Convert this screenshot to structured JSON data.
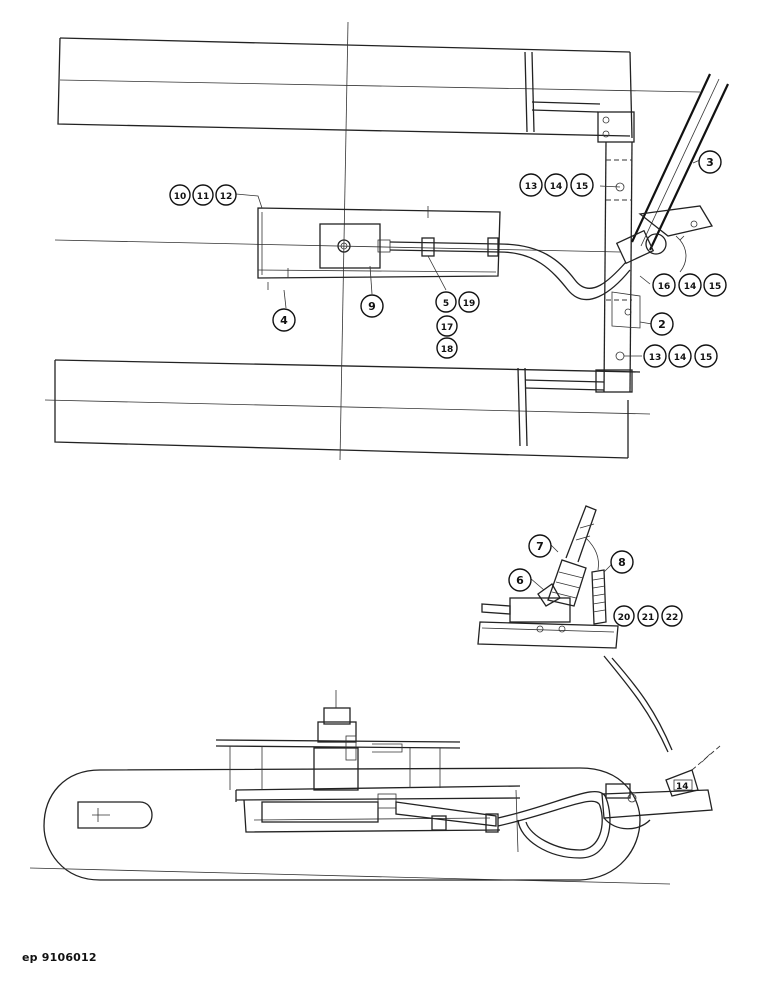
{
  "document_id": "ep 9106012",
  "top_view": {
    "callouts": {
      "c10": "10",
      "c11": "11",
      "c12": "12",
      "c13a": "13",
      "c14a": "14",
      "c15a": "15",
      "c3": "3",
      "c16": "16",
      "c14b": "14",
      "c15b": "15",
      "c2": "2",
      "c13c": "13",
      "c14c": "14",
      "c15c": "15",
      "c4": "4",
      "c9": "9",
      "c5": "5",
      "c19": "19",
      "c17": "17",
      "c18": "18"
    }
  },
  "detail_view": {
    "callouts": {
      "c7": "7",
      "c8": "8",
      "c6": "6",
      "c20": "20",
      "c21": "21",
      "c22": "22"
    }
  },
  "side_view": {
    "label_14": "14"
  }
}
